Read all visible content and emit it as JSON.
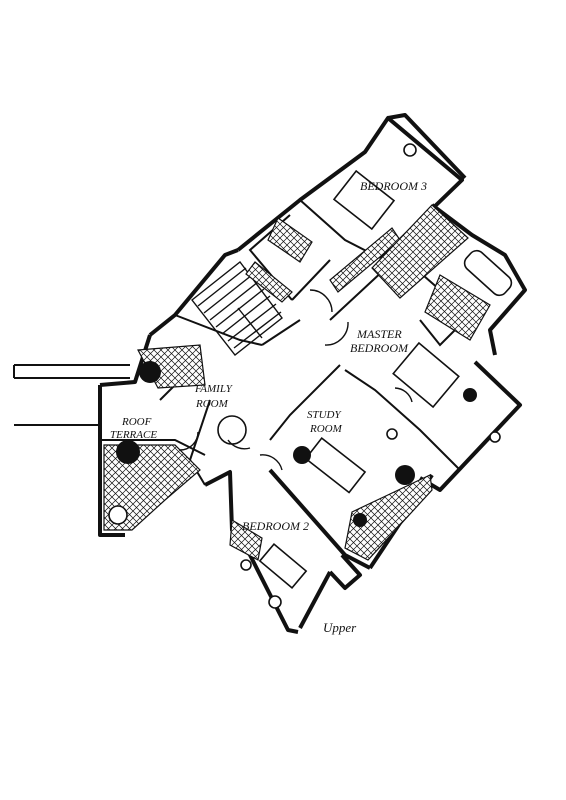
{
  "rooms": {
    "bedroom3": "BEDROOM 3",
    "master": [
      "MASTER",
      "BEDROOM"
    ],
    "family": [
      "FAMILY",
      "ROOM"
    ],
    "roof": [
      "ROOF",
      "TERRACE"
    ],
    "study": [
      "STUDY",
      "ROOM"
    ],
    "bedroom2": "BEDROOM 2"
  },
  "floor_label": "Upper",
  "colors": {
    "ink": "#111111",
    "paper": "#ffffff"
  }
}
